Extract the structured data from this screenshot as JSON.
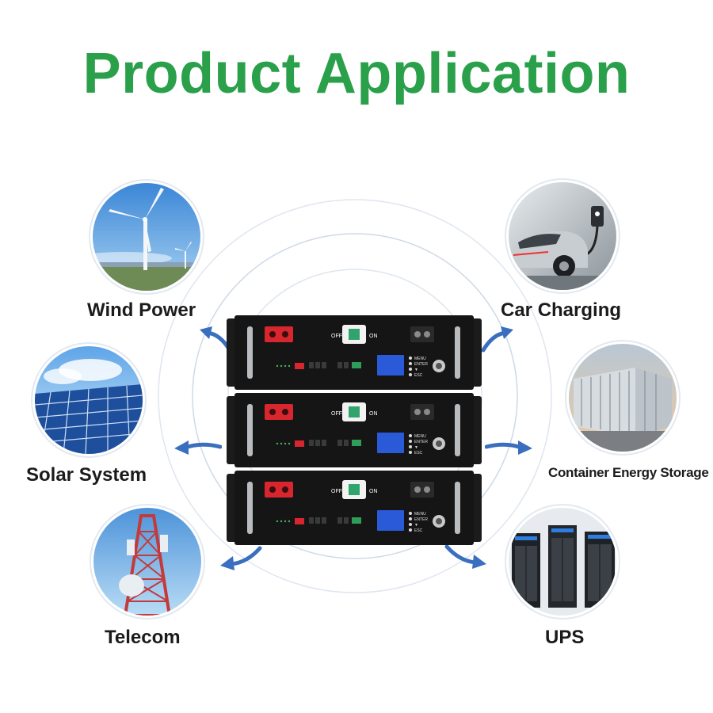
{
  "title": "Product Application",
  "applications": {
    "wind": {
      "label": "Wind Power",
      "icon": "wind-turbine-icon"
    },
    "solar": {
      "label": "Solar System",
      "icon": "solar-panel-icon"
    },
    "telecom": {
      "label": "Telecom",
      "icon": "telecom-tower-icon"
    },
    "car": {
      "label": "Car Charging",
      "icon": "ev-charger-icon"
    },
    "container": {
      "label": "Container Energy Storage",
      "icon": "container-icon"
    },
    "ups": {
      "label": "UPS",
      "icon": "server-rack-icon"
    }
  },
  "battery": {
    "units": 3,
    "switch_off": "OFF",
    "switch_on": "ON",
    "buttons": [
      "MENU",
      "ENTER",
      "▼",
      "ESC"
    ]
  },
  "colors": {
    "title": "#2aa04a",
    "arrow": "#3a6fc0",
    "ring": "#cfd9e6",
    "battery_body": "#151515",
    "terminal": "#d8262e",
    "display": "#2a5ad8"
  }
}
